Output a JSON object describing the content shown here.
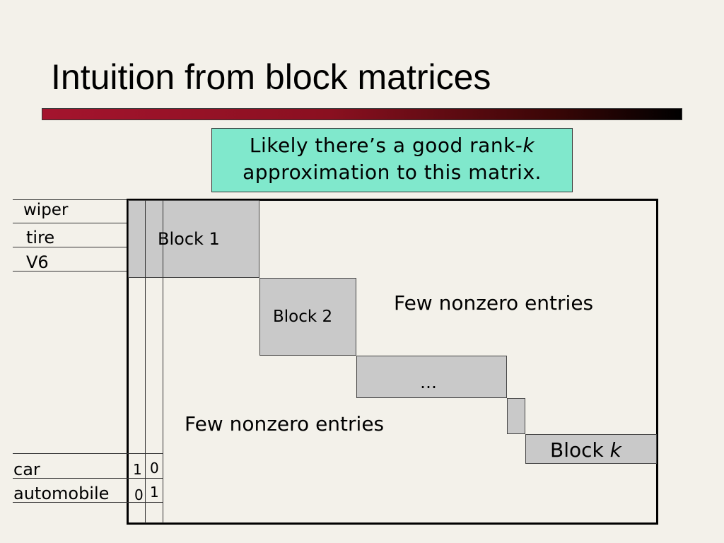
{
  "title": "Intuition from block matrices",
  "callout": {
    "line1": "Likely there’s a good rank-",
    "line1_italic": "k",
    "line2": "approximation to this matrix."
  },
  "rows": {
    "top": [
      "wiper",
      "tire",
      "V6"
    ],
    "bottom": [
      "car",
      "automobile"
    ]
  },
  "blocks": {
    "block1": "Block 1",
    "block2": "Block 2",
    "block3": "…",
    "blockk_prefix": "Block ",
    "blockk_italic": "k"
  },
  "notes": {
    "upper": "Few nonzero entries",
    "lower": "Few nonzero entries"
  },
  "cells": {
    "car_1": "1",
    "car_2": "0",
    "automobile_1": "0",
    "automobile_2": "1"
  }
}
